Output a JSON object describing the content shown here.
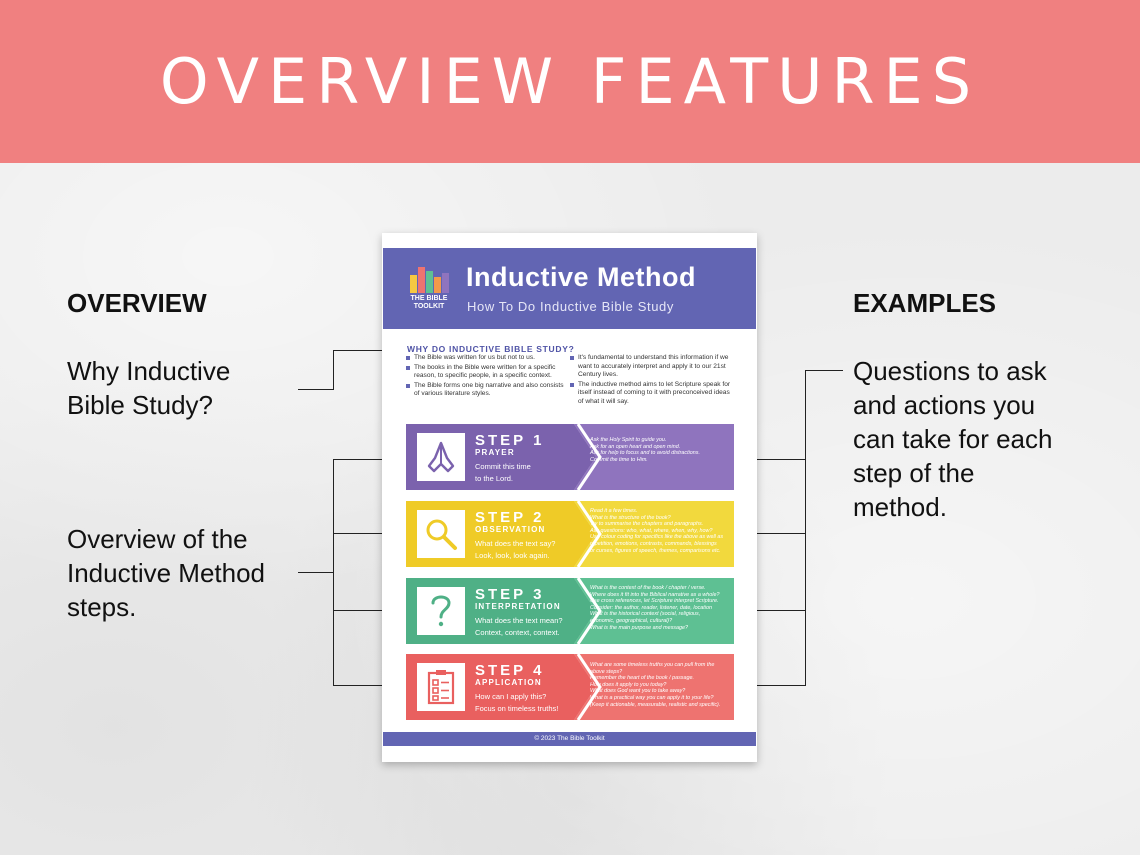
{
  "banner": {
    "title": "OVERVIEW FEATURES"
  },
  "left": {
    "heading": "OVERVIEW",
    "item1": [
      "Why Inductive",
      "Bible Study?"
    ],
    "item2": [
      "Overview of the",
      "Inductive Method",
      "steps."
    ]
  },
  "right": {
    "heading": "EXAMPLES",
    "item1": [
      "Questions to ask",
      "and actions you",
      "can take for each",
      "step of the",
      "method."
    ]
  },
  "poster": {
    "logo_text": [
      "THE BIBLE",
      "TOOLKIT"
    ],
    "title": "Inductive Method",
    "subtitle": "How To Do Inductive Bible Study",
    "why_heading": "WHY DO INDUCTIVE BIBLE STUDY?",
    "why_left": [
      "The Bible was written for us but not to us.",
      "The books in the Bible were written for a specific reason, to specific people, in a specific context.",
      "The Bible forms one big narrative and also consists of various literature styles."
    ],
    "why_right": [
      "It's fundamental to understand this information if we want to accurately interpret and apply it to our 21st Century lives.",
      "The inductive method aims to let Scripture speak for itself instead of coming to it with preconceived ideas of what it will say."
    ],
    "steps": [
      {
        "num": "STEP 1",
        "label": "PRAYER",
        "line1": "Commit this time",
        "line2": "to the Lord.",
        "icon": "praying-hands-icon",
        "notes": [
          "Ask the Holy Spirit to guide you.",
          "Ask for an open heart and open mind.",
          "Ask for help to focus and to avoid distractions.",
          "Commit the time to Him."
        ]
      },
      {
        "num": "STEP 2",
        "label": "OBSERVATION",
        "line1": "What does the text say?",
        "line2": "Look, look, look again.",
        "icon": "magnifier-icon",
        "notes": [
          "Read it a few times.",
          "What is the structure of the book?",
          "Try to summarise the chapters and paragraphs.",
          "Ask questions: who, what, where, when, why, how?",
          "Use colour coding for specifics like the above as well as",
          "repetition, emotions, contrasts, commands, blessings",
          "or curses, figures of speech, themes, comparisons etc."
        ]
      },
      {
        "num": "STEP 3",
        "label": "INTERPRETATION",
        "line1": "What does the text mean?",
        "line2": "Context, context, context.",
        "icon": "question-mark-icon",
        "notes": [
          "What is the context of the book / chapter / verse.",
          "Where does it fit into the Biblical narrative as a whole?",
          "Use cross references, let Scripture interpret Scripture.",
          "Consider: the author, reader, listener, date, location",
          "What is the historical context (social, religious,",
          "economic, geographical, cultural)?",
          "What is the main purpose and message?"
        ]
      },
      {
        "num": "STEP 4",
        "label": "APPLICATION",
        "line1": "How can I apply this?",
        "line2": "Focus on timeless truths!",
        "icon": "checklist-icon",
        "notes": [
          "What are some timeless truths you can pull from the",
          "above steps?",
          "Remember the heart of the book / passage.",
          "How does it apply to you today?",
          "What does God want you to take away?",
          "What is a practical way you can apply it to your life?",
          "(Keep it actionable, measurable, realistic and specific)."
        ]
      }
    ],
    "footer": "© 2023 The Bible Toolkit"
  },
  "colors": {
    "banner": "#f08080",
    "poster_header": "#6265b3",
    "step1_left": "#7b62ad",
    "step1_right": "#8f74be",
    "step2_left": "#efcb27",
    "step2_right": "#f2d93d",
    "step3_left": "#4fb086",
    "step3_right": "#5ec093",
    "step4_left": "#e9605f",
    "step4_right": "#ee7370"
  }
}
